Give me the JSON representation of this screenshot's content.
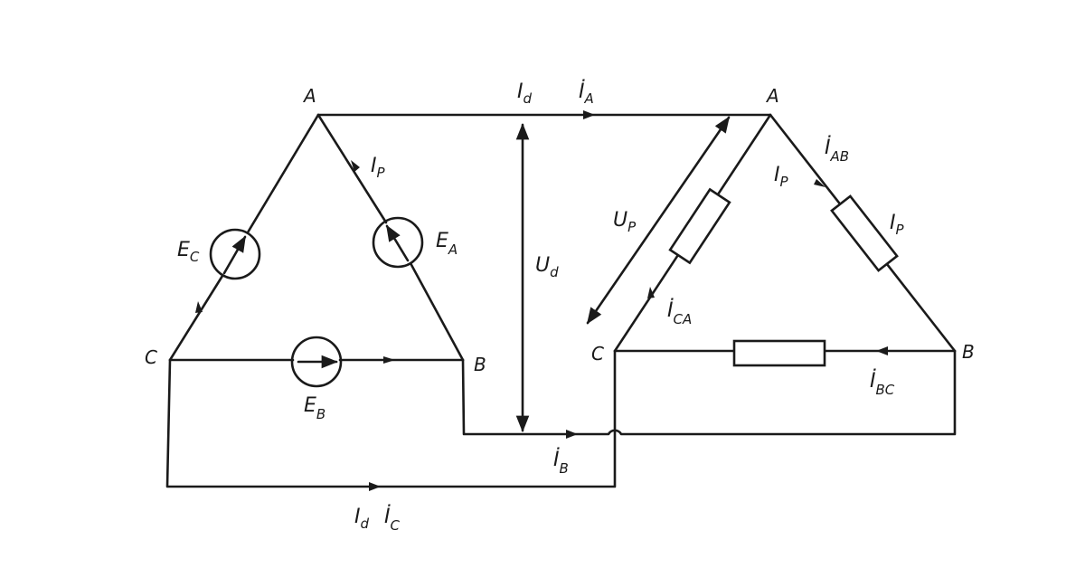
{
  "title": "Delta-connected source and delta-connected load",
  "nodes": {
    "src_A": "A",
    "src_B": "B",
    "src_C": "C",
    "load_A": "A",
    "load_B": "B",
    "load_C": "C"
  },
  "labels": {
    "Id_top": {
      "main": "I",
      "sub": "d"
    },
    "IA": {
      "main": "İ",
      "sub": "A"
    },
    "Ip_src": {
      "main": "I",
      "sub": "P"
    },
    "EC": {
      "main": "E",
      "sub": "C"
    },
    "EA": {
      "main": "E",
      "sub": "A"
    },
    "EB": {
      "main": "E",
      "sub": "B"
    },
    "Ud": {
      "main": "U",
      "sub": "d"
    },
    "Up": {
      "main": "U",
      "sub": "P"
    },
    "Ip_load1": {
      "main": "I",
      "sub": "P"
    },
    "IAB": {
      "main": "İ",
      "sub": "AB"
    },
    "Ip_load2": {
      "main": "I",
      "sub": "P"
    },
    "ICA": {
      "main": "İ",
      "sub": "CA"
    },
    "IBC": {
      "main": "İ",
      "sub": "BC"
    },
    "IB": {
      "main": "İ",
      "sub": "B"
    },
    "Id_bottom": {
      "main": "I",
      "sub": "d"
    },
    "IC": {
      "main": "İ",
      "sub": "C"
    }
  }
}
